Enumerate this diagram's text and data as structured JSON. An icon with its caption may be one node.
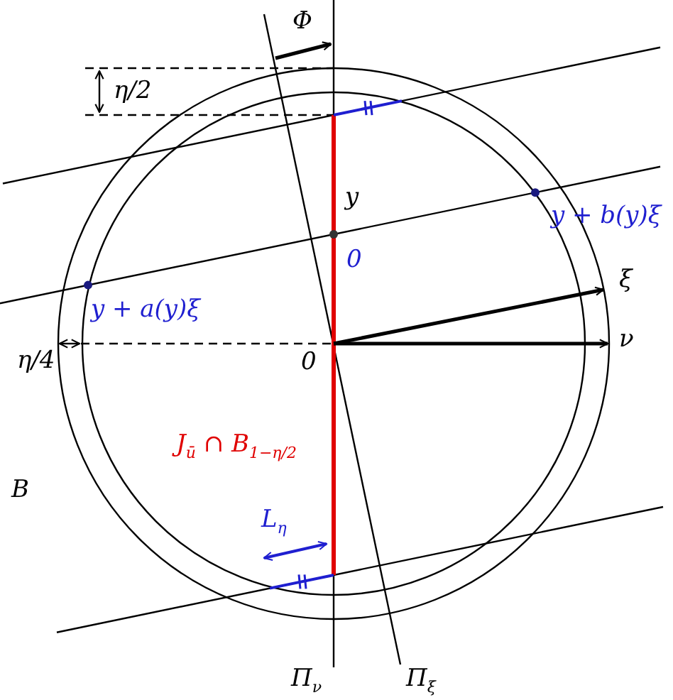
{
  "diagram": {
    "labels": [
      "Φ",
      "η/2",
      "y",
      "y + b(y)ξ",
      "0",
      "ξ",
      "y + a(y)ξ",
      "η/4",
      "0",
      "ν",
      "J$_{ū}$ ∩ B$_{1−η/2}$",
      "B",
      "L$_{η}$",
      "Π$_{ν}$",
      "Π$_{ξ}$"
    ]
  }
}
